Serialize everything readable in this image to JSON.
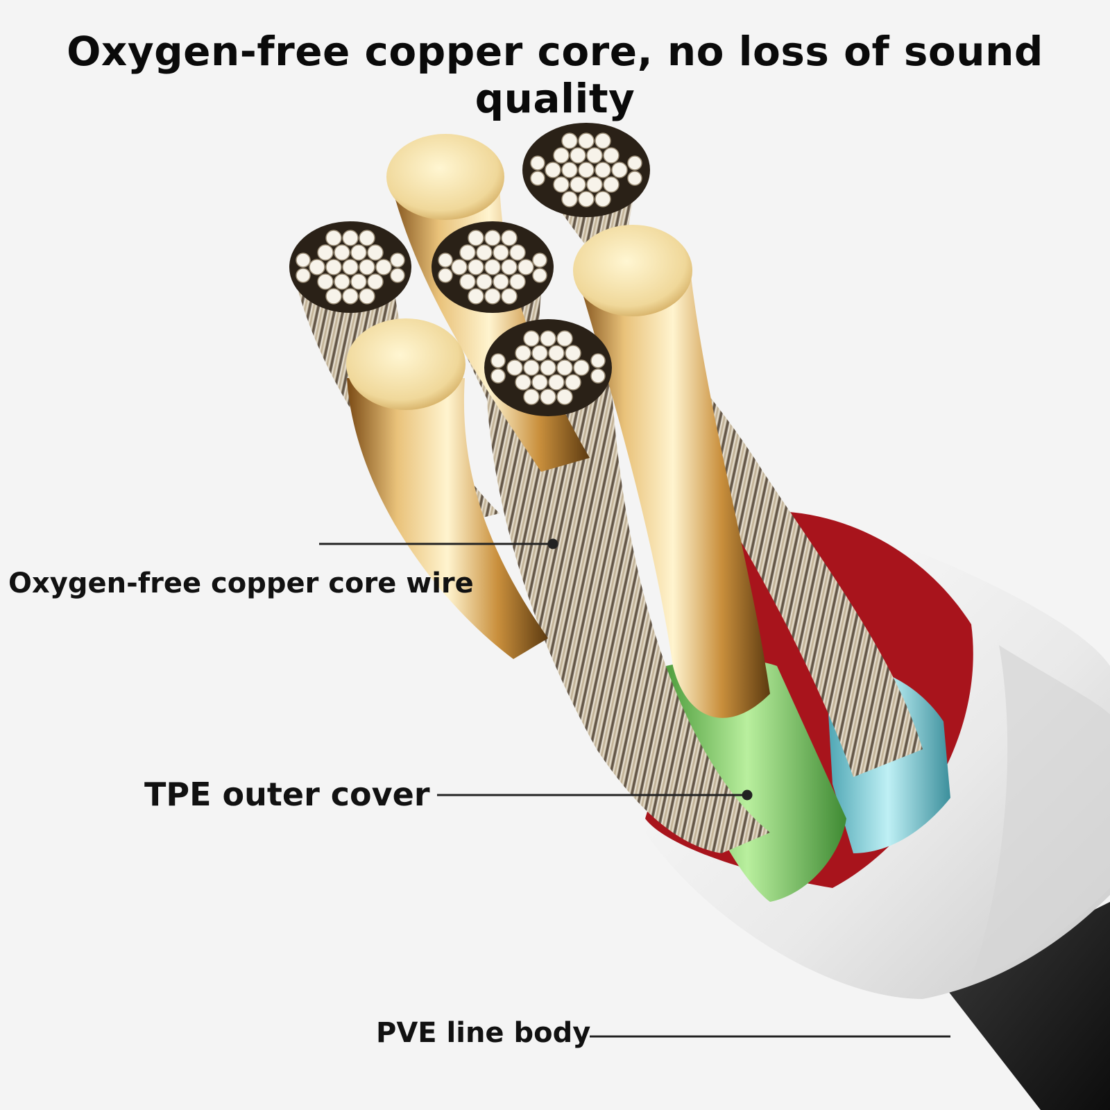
{
  "headline": "Oxygen-free copper core, no loss of sound quality",
  "callouts": {
    "core_wire": "Oxygen-free copper core wire",
    "outer_cover": "TPE outer cover",
    "line_body": "PVE line body"
  },
  "colors": {
    "copper_light": "#f6e6b0",
    "copper_dark": "#8a5a1c",
    "strand_white": "#f7f3ea",
    "insulation_green": "#8fd77a",
    "insulation_blue": "#8fd3dd",
    "insulation_red": "#a8141c",
    "jacket_white": "#f2f2f2",
    "leader_line": "#222222"
  }
}
